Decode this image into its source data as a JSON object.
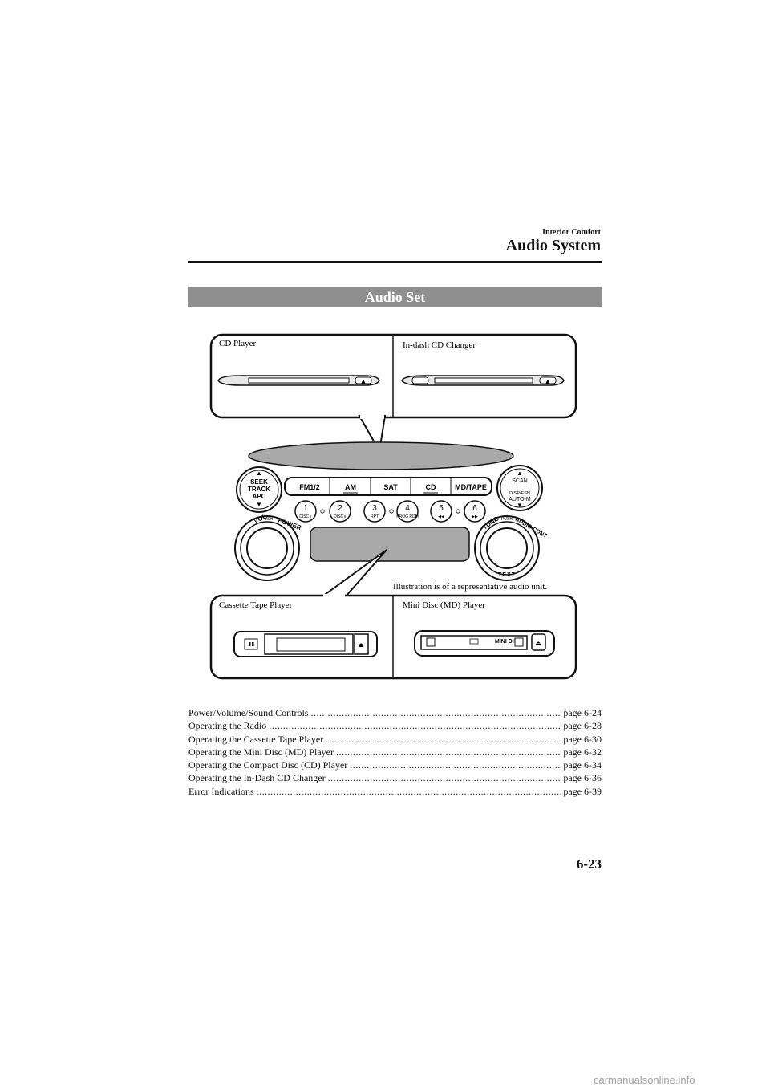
{
  "header": {
    "section": "Interior Comfort",
    "title": "Audio System"
  },
  "banner": "Audio Set",
  "figure": {
    "cd_player": "CD Player",
    "cd_changer": "In-dash CD Changer",
    "cassette": "Cassette Tape Player",
    "minidisc": "Mini Disc (MD) Player",
    "note": "Illustration is of a representative audio unit.",
    "md_label": "MINI DISC",
    "unit": {
      "seek": [
        "SEEK",
        "TRACK",
        "APC"
      ],
      "mode_buttons": [
        "FM1/2",
        "AM",
        "SAT",
        "CD",
        "MD/TAPE"
      ],
      "presets": [
        {
          "num": "1",
          "sub": "DISC∨"
        },
        {
          "num": "2",
          "sub": "DISC∧"
        },
        {
          "num": "3",
          "sub": "RPT"
        },
        {
          "num": "4",
          "sub": "PROG RDM"
        },
        {
          "num": "5",
          "sub": "◀◀"
        },
        {
          "num": "6",
          "sub": "▶▶"
        }
      ],
      "scan": "SCAN",
      "disp": "DISP/ESN",
      "auto": "AUTO-M",
      "vol": "VOL",
      "push": "PUSH",
      "power": "POWER",
      "tune": "TUNE",
      "audio": "AUDIO CONT",
      "text": "TEXT"
    }
  },
  "toc": [
    {
      "title": "Power/Volume/Sound Controls",
      "page": "page 6-24"
    },
    {
      "title": "Operating the Radio",
      "page": "page 6-28"
    },
    {
      "title": "Operating the Cassette Tape Player",
      "page": "page 6-30"
    },
    {
      "title": "Operating the Mini Disc (MD) Player",
      "page": "page 6-32"
    },
    {
      "title": "Operating the Compact Disc (CD) Player",
      "page": "page 6-34"
    },
    {
      "title": "Operating the In-Dash CD Changer",
      "page": "page 6-36"
    },
    {
      "title": "Error Indications",
      "page": "page 6-39"
    }
  ],
  "page_number": "6-23",
  "watermark": "carmanualsonline.info"
}
